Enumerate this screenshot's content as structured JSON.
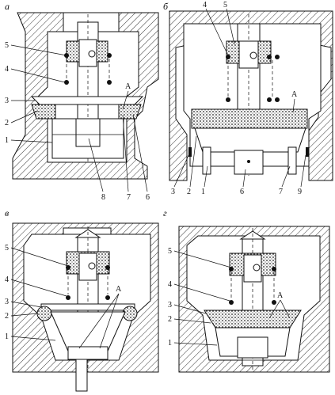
{
  "panels": [
    {
      "letter": "а",
      "callouts_left": [
        "5",
        "4",
        "3",
        "2",
        "1"
      ],
      "callouts_bottom": [
        "8",
        "7",
        "6"
      ],
      "callout_region": "A"
    },
    {
      "letter": "б",
      "callouts_top": [
        "4",
        "5"
      ],
      "callouts_bottom": [
        "3",
        "2",
        "1",
        "6",
        "7",
        "9"
      ],
      "callout_region": "A"
    },
    {
      "letter": "в",
      "callouts_left": [
        "5",
        "4",
        "3",
        "2",
        "1"
      ],
      "callout_region": "A"
    },
    {
      "letter": "г",
      "callouts_left": [
        "5",
        "4",
        "3",
        "2",
        "1"
      ],
      "callout_region": "A"
    }
  ],
  "colors": {
    "ink": "#111111",
    "paper": "#ffffff"
  }
}
